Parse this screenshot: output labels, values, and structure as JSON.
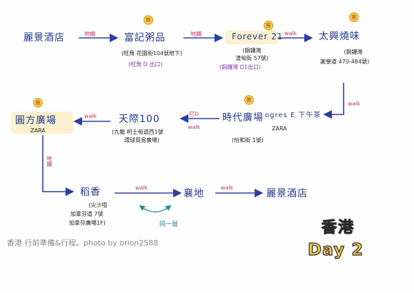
{
  "title": {
    "city": "香港",
    "day": "Day 2"
  },
  "footer": "香港 行前準備&行程。photo by orion2588",
  "nodes": {
    "hotel_start": "麗景酒店",
    "fuji": "富記粥品",
    "forever21": "Forever 21",
    "taixing": "太興燒味",
    "times": "時代廣場",
    "ogres": "ogres E 下午茶",
    "tianji": "天際100",
    "sogo": "圓方廣場",
    "xiangxiang": "稻香",
    "haiyi": "襄地",
    "hotel_end": "麗景酒店"
  },
  "subs": {
    "fuji_addr": "(旺角 花園街104號地下)",
    "fuji_exit": "(旺角 D 出口)",
    "f21_area": "(銅鑼灣",
    "f21_addr": "渣甸街 57號)",
    "f21_exit": "(銅鑼灣 D1出口)",
    "taixing_area": "(銅鑼灣",
    "taixing_addr": "謝斐道 470-484號)",
    "times_brand": "ZARA",
    "times_addr": "(怡和街 1號)",
    "tianji_addr1": "(九龍 柯士甸道西1號",
    "tianji_addr2": "環球貿易廣場)",
    "sogo_brand": "ZARA",
    "xiang_l1": "(尖沙咀",
    "xiang_l2": "加拿芬道 7號",
    "xiang_l3": "加拿芬廣場1F)"
  },
  "edges": {
    "e1": "地鐵",
    "e2": "地鐵",
    "e3": "walk",
    "e4": "walk",
    "e5": "walk",
    "e6": "打D",
    "e7": "walk",
    "e8": "地鐵",
    "e9": "walk",
    "e10": "walk"
  },
  "badge_glyph": "推",
  "lunch_label": "同一層",
  "colors": {
    "node_text": "#233a8a",
    "edge_label": "#c23a5a",
    "arrow": "#2b3fa0",
    "purple_note": "#7b3aa6",
    "badge": "#f3c94e"
  }
}
